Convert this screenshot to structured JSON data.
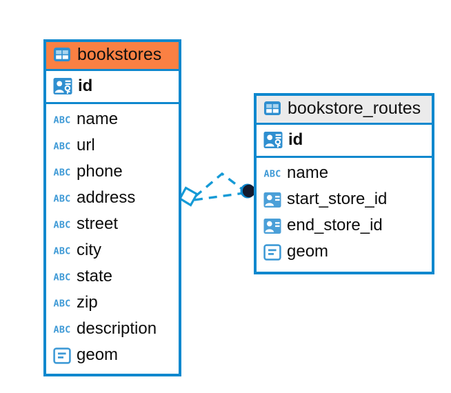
{
  "diagram": {
    "type": "entity-relationship-diagram",
    "background_color": "#ffffff",
    "accent_color": "#0e88ce",
    "selected_header_color": "#fa8043",
    "header_color": "#ebebeb"
  },
  "entities": [
    {
      "name": "bookstores",
      "selected": true,
      "header_icon": "table-icon",
      "primary_keys": [
        {
          "label": "id",
          "icon": "primary-key-icon"
        }
      ],
      "fields": [
        {
          "label": "name",
          "icon": "text-type-icon"
        },
        {
          "label": "url",
          "icon": "text-type-icon"
        },
        {
          "label": "phone",
          "icon": "text-type-icon"
        },
        {
          "label": "address",
          "icon": "text-type-icon"
        },
        {
          "label": "street",
          "icon": "text-type-icon"
        },
        {
          "label": "city",
          "icon": "text-type-icon"
        },
        {
          "label": "state",
          "icon": "text-type-icon"
        },
        {
          "label": "zip",
          "icon": "text-type-icon"
        },
        {
          "label": "description",
          "icon": "text-type-icon"
        },
        {
          "label": "geom",
          "icon": "geometry-type-icon"
        }
      ]
    },
    {
      "name": "bookstore_routes",
      "selected": false,
      "header_icon": "table-icon",
      "primary_keys": [
        {
          "label": "id",
          "icon": "primary-key-icon"
        }
      ],
      "fields": [
        {
          "label": "name",
          "icon": "text-type-icon"
        },
        {
          "label": "start_store_id",
          "icon": "foreign-key-icon"
        },
        {
          "label": "end_store_id",
          "icon": "foreign-key-icon"
        },
        {
          "label": "geom",
          "icon": "geometry-type-icon"
        }
      ]
    }
  ],
  "relationship": {
    "from_entity": "bookstores",
    "to_entity": "bookstore_routes",
    "line_style": "dashed",
    "line_color": "#159ad6",
    "source_marker": "diamond-outline",
    "target_marker": "filled-circle"
  }
}
